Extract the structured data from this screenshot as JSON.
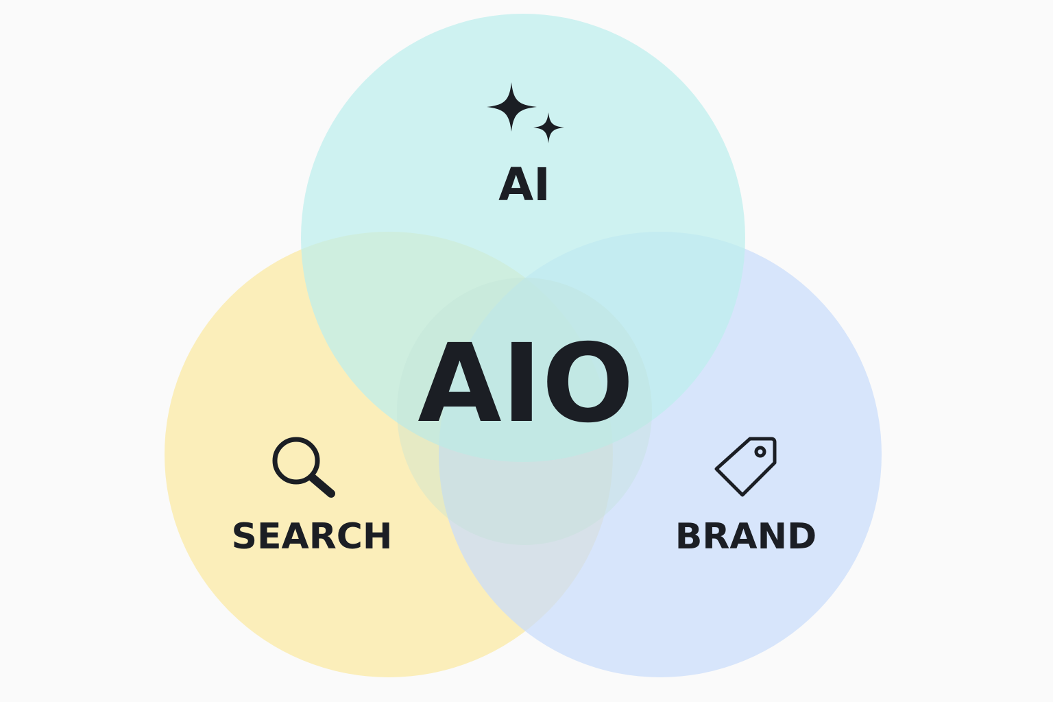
{
  "diagram": {
    "type": "venn",
    "center_label": "AIO",
    "sets": [
      {
        "label": "AI",
        "icon": "sparkles-icon",
        "color": "#bdeeed"
      },
      {
        "label": "SEARCH",
        "icon": "search-icon",
        "color": "#fbe9a4"
      },
      {
        "label": "BRAND",
        "icon": "tag-icon",
        "color": "#c9dcfb"
      }
    ],
    "center_color": "#bfe3d8",
    "text_color": "#1b1e24",
    "background": "#fafafa"
  }
}
